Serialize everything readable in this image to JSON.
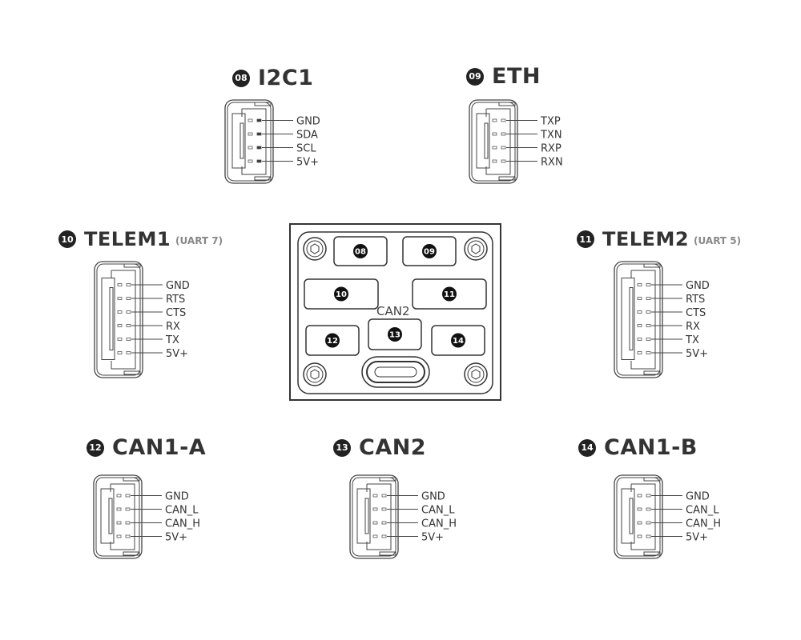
{
  "connectors": [
    {
      "id": "08",
      "title": "I2C1",
      "subtitle": "",
      "pins": [
        "GND",
        "SDA",
        "SCL",
        "5V+"
      ]
    },
    {
      "id": "09",
      "title": "ETH",
      "subtitle": "",
      "pins": [
        "TXP",
        "TXN",
        "RXP",
        "RXN"
      ]
    },
    {
      "id": "10",
      "title": "TELEM1",
      "subtitle": "(UART 7)",
      "pins": [
        "GND",
        "RTS",
        "CTS",
        "RX",
        "TX",
        "5V+"
      ]
    },
    {
      "id": "11",
      "title": "TELEM2",
      "subtitle": "(UART 5)",
      "pins": [
        "GND",
        "RTS",
        "CTS",
        "RX",
        "TX",
        "5V+"
      ]
    },
    {
      "id": "12",
      "title": "CAN1-A",
      "subtitle": "",
      "pins": [
        "GND",
        "CAN_L",
        "CAN_H",
        "5V+"
      ]
    },
    {
      "id": "13",
      "title": "CAN2",
      "subtitle": "",
      "pins": [
        "GND",
        "CAN_L",
        "CAN_H",
        "5V+"
      ]
    },
    {
      "id": "14",
      "title": "CAN1-B",
      "subtitle": "",
      "pins": [
        "GND",
        "CAN_L",
        "CAN_H",
        "5V+"
      ]
    }
  ],
  "board": {
    "silkscreen_label": "CAN2",
    "ports": [
      "08",
      "09",
      "10",
      "11",
      "12",
      "13",
      "14"
    ]
  }
}
